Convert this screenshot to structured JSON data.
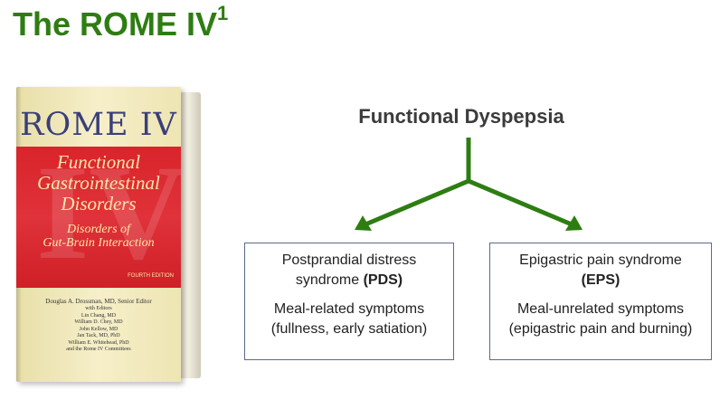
{
  "title": {
    "text": "The ROME IV",
    "sup": "1"
  },
  "book": {
    "title": "ROME IV",
    "subtitle_lines": [
      "Functional",
      "Gastrointestinal",
      "Disorders"
    ],
    "subtitle2_lines": [
      "Disorders of",
      "Gut-Brain Interaction"
    ],
    "watermark": "IV",
    "edition": "FOURTH EDITION",
    "lead_editor": "Douglas A. Drossman, MD, Senior Editor",
    "editors": [
      "with Editors",
      "Lin Chang, MD",
      "William D. Chey, MD",
      "John Kellow, MD",
      "Jan Tack, MD, PhD",
      "William E. Whitehead, PhD",
      "and the Rome IV Committees"
    ]
  },
  "diagram": {
    "heading": "Functional Dyspepsia",
    "colors": {
      "arrow": "#2e7d12",
      "box_border": "#5b6b8a"
    },
    "boxes": [
      {
        "line1": "Postprandial distress",
        "line2_prefix": "syndrome ",
        "abbr": "(PDS)",
        "sym1": "Meal-related symptoms",
        "sym2": "(fullness, early satiation)"
      },
      {
        "line1": "Epigastric pain syndrome",
        "line2_prefix": "",
        "abbr": "(EPS)",
        "sym1": "Meal-unrelated symptoms",
        "sym2": "(epigastric pain and burning)"
      }
    ]
  }
}
